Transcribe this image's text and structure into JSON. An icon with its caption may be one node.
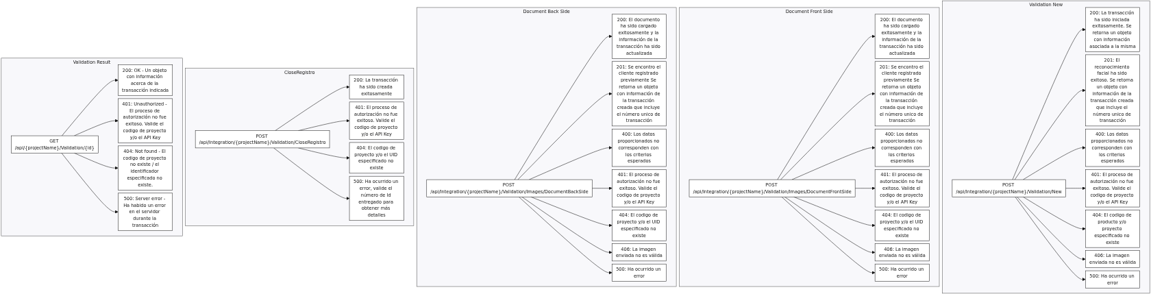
{
  "diagram": {
    "nodes": [
      {
        "text": [
          "Validation Result"
        ]
      },
      {
        "text": [
          "GET /api/{projectName}/Validation/{id}"
        ],
        "in": 0
      },
      {
        "text": [
          "200: OK - Un objeto con información acerca de la transacción indicada"
        ],
        "in": 0
      },
      {
        "text": [
          "401: Unauthorized - El proceso de autorización no fue exitoso. Valide el codigo de proyecto y/o el API Key"
        ],
        "in": 0
      },
      {
        "text": [
          "404: Not found - El codigo de proyecto no existe / el identificador especificado no existe."
        ],
        "in": 0
      },
      {
        "text": [
          "500: Server error - Ha habido un error en el servidor durante la transacción"
        ],
        "in": 0
      },
      {
        "text": [
          "CloseRegistro"
        ]
      },
      {
        "text": [
          "POST /api/Integration/{projectName}/Validation/CloseRegistro"
        ],
        "in": 6
      },
      {
        "text": [
          "200: La transacción ha sido creada exitosamente"
        ],
        "in": 6
      },
      {
        "text": [
          "401: El proceso de autorización no fue exitoso. Valide el codigo de proyecto y/o el API Key"
        ],
        "in": 6
      },
      {
        "text": [
          "404: El codigo de proyecto y/o el UID especificado no existe"
        ],
        "in": 6
      },
      {
        "text": [
          "500: Ha ocurrido un error, valide el número de Id entregado para obtener más detalles"
        ],
        "in": 6
      },
      {
        "text": [
          "Document Back Side"
        ]
      },
      {
        "text": [
          "POST /api/Integration/{projectName}/Validation/Images/DocumentBackSide"
        ],
        "in": 12
      },
      {
        "text": [
          "200: El documento ha sido cargado exitosamente y la información de la transacción ha sido actualizada"
        ],
        "in": 12
      },
      {
        "text": [
          "201: Se encontro el cliente registrado previamente Se retorna un objeto con información de la transacción creada que incluye el número unico de transacción"
        ],
        "in": 12
      },
      {
        "text": [
          "400: Los datos proporcionados no corresponden con los criterios esperados"
        ],
        "in": 12
      },
      {
        "text": [
          "401: El proceso de autorización no fue exitoso. Valide el codigo de proyecto y/o el API Key"
        ],
        "in": 12
      },
      {
        "text": [
          "404: El codigo de proyecto y/o el UID especificado no existe"
        ],
        "in": 12
      },
      {
        "text": [
          "406: La imagen enviada no es válida"
        ],
        "in": 12
      },
      {
        "text": [
          "500: Ha ocurrido un error"
        ],
        "in": 12
      },
      {
        "text": [
          "Document Front Side"
        ]
      },
      {
        "text": [
          "POST /api/Integration/{projectName}/Validation/Images/DocumentFrontSide"
        ],
        "in": 21
      },
      {
        "text": [
          "200: El documento ha sido cargado exitosamente y la información de la transacción ha sido actualizada"
        ],
        "in": 21
      },
      {
        "text": [
          "201: Se encontro el cliente registrado previamente Se retorna un objeto con información de la transacción creada que incluye el número unico de transacción"
        ],
        "in": 21
      },
      {
        "text": [
          "400: Los datos proporcionados no corresponden con los criterios esperados"
        ],
        "in": 21
      },
      {
        "text": [
          "401: El proceso de autorización no fue exitoso. Valide el codigo de proyecto y/o el API Key"
        ],
        "in": 21
      },
      {
        "text": [
          "404: El codigo de proyecto y/o el UID especificado no existe"
        ],
        "in": 21
      },
      {
        "text": [
          "406: La imagen enviada no es válida"
        ],
        "in": 21
      },
      {
        "text": [
          "500: Ha ocurrido un error"
        ],
        "in": 21
      },
      {
        "text": [
          "Validation New"
        ]
      },
      {
        "text": [
          "POST /api/Integration/{projectName}/Validation/New"
        ],
        "in": 30
      },
      {
        "text": [
          "200: La transacción ha sido iniciada exitosamente. Se retorna un objeto con información asociada a la misma"
        ],
        "in": 30
      },
      {
        "text": [
          "201: El reconocimiento facial ha sido exitoso. Se retorna un objeto con información de la transacción creada que incluye el número unico de transacción"
        ],
        "in": 30
      },
      {
        "text": [
          "400: Los datos proporcionados no corresponden con los criterios esperados"
        ],
        "in": 30
      },
      {
        "text": [
          "401: El proceso de autorización no fue exitoso. Valide el codigo de proyecto y/o el API Key"
        ],
        "in": 30
      },
      {
        "text": [
          "404: El codigo de producto y/o proyecto especificado no existe"
        ],
        "in": 30
      },
      {
        "text": [
          "406: La imagen enviada no es válida"
        ],
        "in": 30
      },
      {
        "text": [
          "500: Ha ocurrido un error"
        ],
        "in": 30
      }
    ],
    "edges": [
      {
        "from": 1,
        "to": 2,
        "arrow": "to"
      },
      {
        "from": 1,
        "to": 3,
        "arrow": "to"
      },
      {
        "from": 1,
        "to": 4,
        "arrow": "to"
      },
      {
        "from": 1,
        "to": 5,
        "arrow": "to"
      },
      {
        "from": 7,
        "to": 8,
        "arrow": "to"
      },
      {
        "from": 7,
        "to": 9,
        "arrow": "to"
      },
      {
        "from": 7,
        "to": 10,
        "arrow": "to"
      },
      {
        "from": 7,
        "to": 11,
        "arrow": "to"
      },
      {
        "from": 13,
        "to": 14,
        "arrow": "to"
      },
      {
        "from": 13,
        "to": 15,
        "arrow": "to"
      },
      {
        "from": 13,
        "to": 16,
        "arrow": "to"
      },
      {
        "from": 13,
        "to": 17,
        "arrow": "to"
      },
      {
        "from": 13,
        "to": 18,
        "arrow": "to"
      },
      {
        "from": 13,
        "to": 19,
        "arrow": "to"
      },
      {
        "from": 13,
        "to": 20,
        "arrow": "to"
      },
      {
        "from": 22,
        "to": 23,
        "arrow": "to"
      },
      {
        "from": 22,
        "to": 24,
        "arrow": "to"
      },
      {
        "from": 22,
        "to": 25,
        "arrow": "to"
      },
      {
        "from": 22,
        "to": 26,
        "arrow": "to"
      },
      {
        "from": 22,
        "to": 27,
        "arrow": "to"
      },
      {
        "from": 22,
        "to": 28,
        "arrow": "to"
      },
      {
        "from": 22,
        "to": 29,
        "arrow": "to"
      },
      {
        "from": 31,
        "to": 32,
        "arrow": "to"
      },
      {
        "from": 31,
        "to": 33,
        "arrow": "to"
      },
      {
        "from": 31,
        "to": 34,
        "arrow": "to"
      },
      {
        "from": 31,
        "to": 35,
        "arrow": "to"
      },
      {
        "from": 31,
        "to": 36,
        "arrow": "to"
      },
      {
        "from": 31,
        "to": 37,
        "arrow": "to"
      },
      {
        "from": 31,
        "to": 38,
        "arrow": "to"
      }
    ]
  }
}
